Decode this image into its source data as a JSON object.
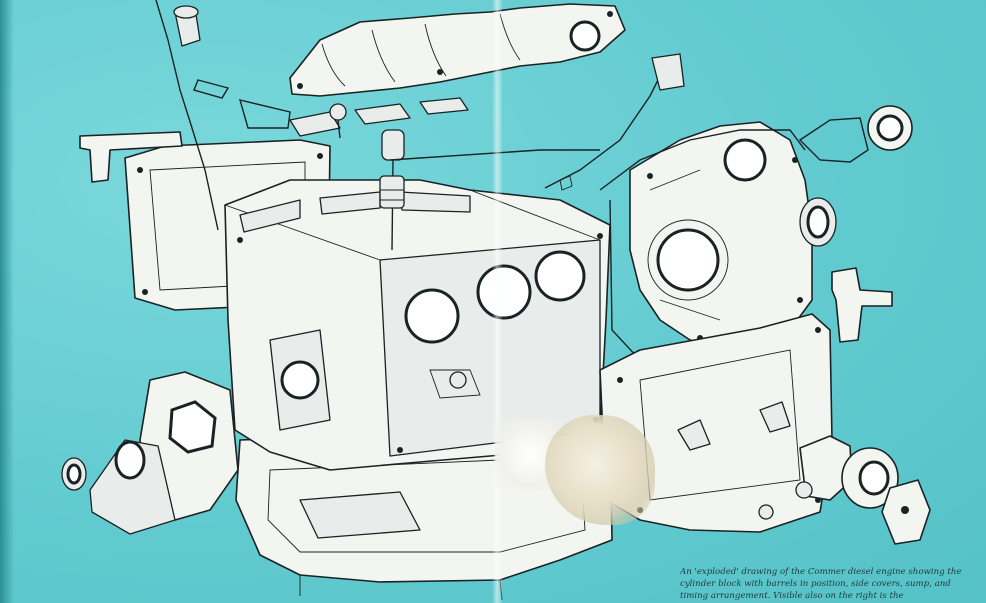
{
  "caption": {
    "text": "An 'exploded' drawing of the Commer diesel engine showing the cylinder block with barrels in position, side covers, sump, and timing arrangement. Visible also on the right is the"
  },
  "parts": [
    {
      "id": "exhaust-manifold",
      "label": ""
    },
    {
      "id": "timing-cover",
      "label": ""
    },
    {
      "id": "cylinder-block",
      "label": ""
    },
    {
      "id": "oil-sump",
      "label": ""
    },
    {
      "id": "side-cover-left",
      "label": ""
    },
    {
      "id": "side-cover-right",
      "label": ""
    },
    {
      "id": "end-plate-left",
      "label": ""
    },
    {
      "id": "water-pump",
      "label": ""
    },
    {
      "id": "dipstick",
      "label": ""
    },
    {
      "id": "pushrod-assembly",
      "label": ""
    }
  ],
  "colors": {
    "paper": "#6fd3d6",
    "ink": "#1a2224",
    "highlight": "#f3f5f1"
  }
}
